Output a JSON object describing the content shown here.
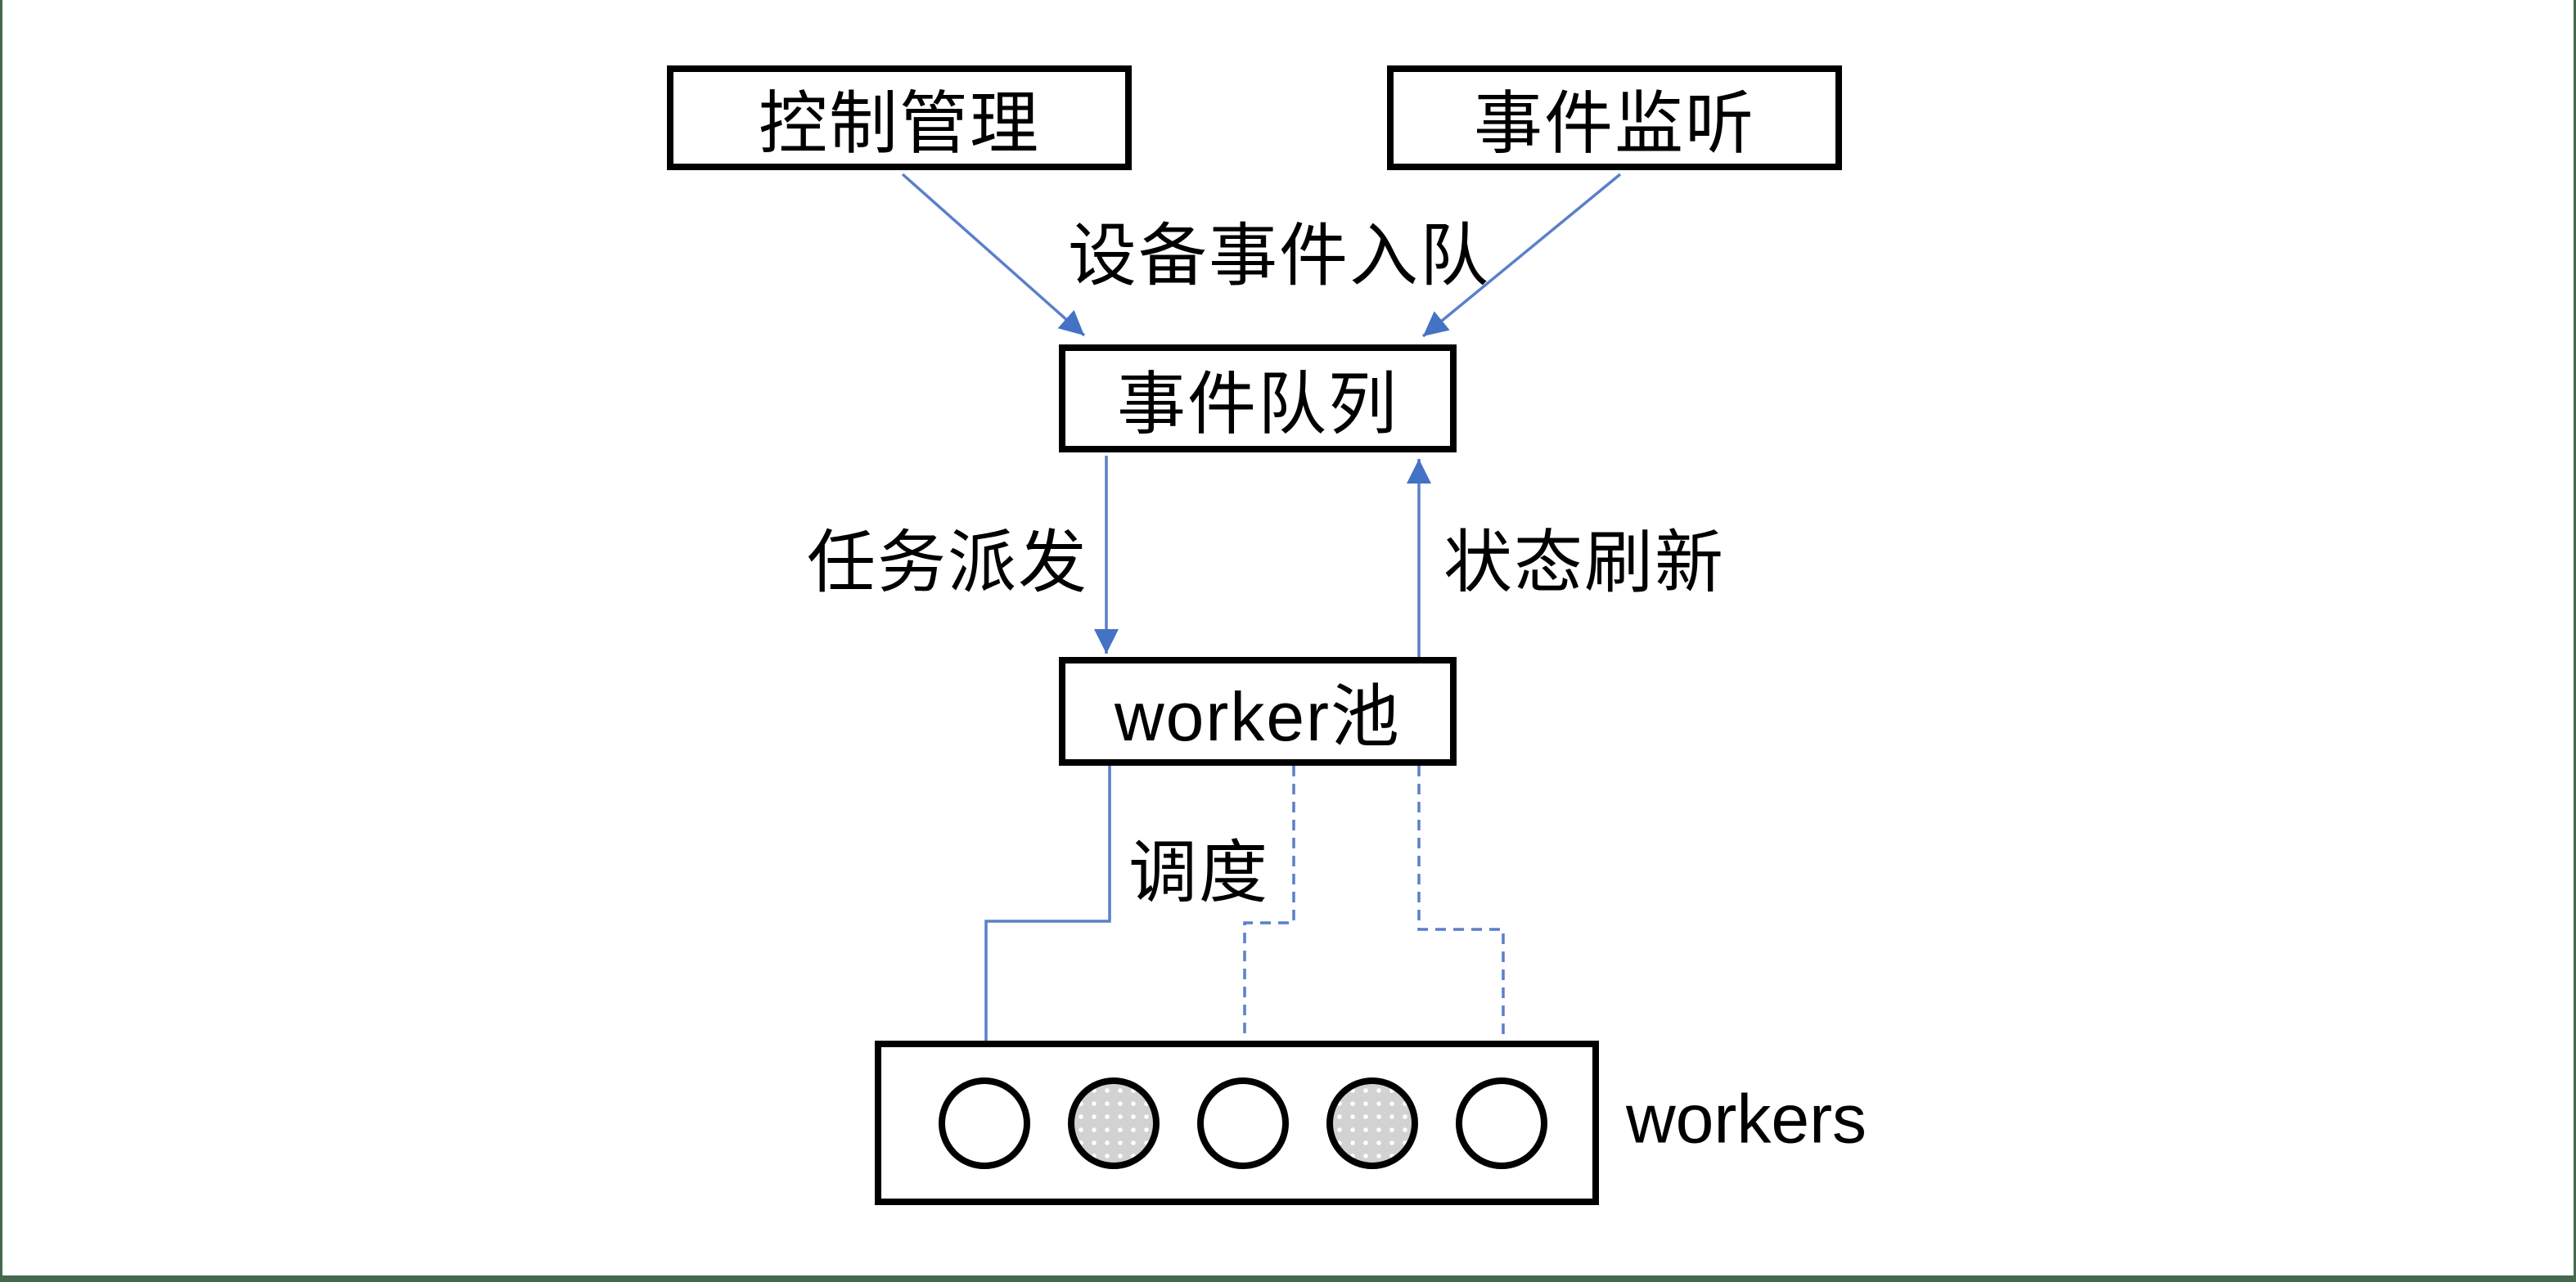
{
  "diagram": {
    "nodes": {
      "control": {
        "label": "控制管理"
      },
      "listener": {
        "label": "事件监听"
      },
      "queue": {
        "label": "事件队列"
      },
      "pool": {
        "label": "worker池"
      }
    },
    "edges": {
      "enqueue": {
        "label": "设备事件入队",
        "from": [
          "控制管理",
          "事件监听"
        ],
        "to": "事件队列",
        "style": "solid-arrow"
      },
      "dispatch": {
        "label": "任务派发",
        "from": "事件队列",
        "to": "worker池",
        "style": "solid-arrow"
      },
      "refresh": {
        "label": "状态刷新",
        "from": "worker池",
        "to": "事件队列",
        "style": "solid-arrow"
      },
      "schedule": {
        "label": "调度",
        "from": "worker池",
        "to": "workers",
        "style": "one-solid-two-dashed-arrows"
      }
    },
    "workers": {
      "label": "workers",
      "count": 5,
      "busy": [
        2,
        4
      ],
      "idle_fill": "#ffffff",
      "busy_fill": "#d2d2d2"
    },
    "colors": {
      "arrow_head": "#4472C4",
      "arrow_line": "#5b7fc9",
      "node_border": "#000000",
      "node_fill": "#ffffff",
      "frame_border": "#46684E",
      "text": "#000000"
    }
  }
}
